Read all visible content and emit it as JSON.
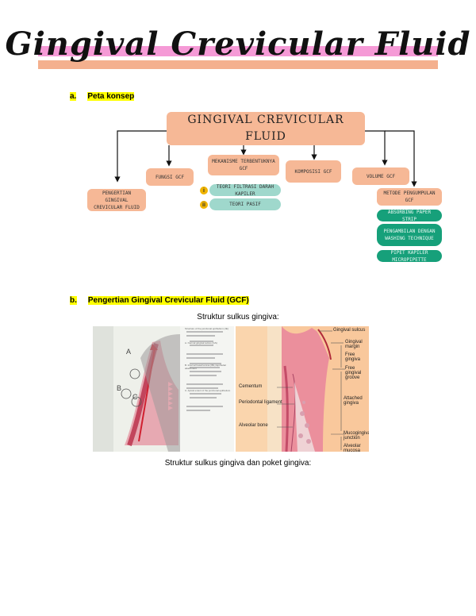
{
  "title": "Gingival Crevicular Fluid",
  "section_a": {
    "number": "a.",
    "label": "Peta konsep"
  },
  "section_b": {
    "number": "b.",
    "label": "Pengertian Gingival Crevicular Fluid (GCF)"
  },
  "concept_map": {
    "root": "Gingival Crevicular Fluid",
    "n_pengertian": "Pengertian Gingival Crevicular Fluid",
    "n_fungsi": "Fungsi GCF",
    "n_mekanisme": "Mekanisme Terbentuknya GCF",
    "n_komposisi": "Komposisi GCF",
    "n_volume": "Volume GCF",
    "n_metode": "Metode Pengumpulan GCF",
    "sub_1_marker": "i",
    "sub_1": "Teori Filtrasi Darah Kapiler",
    "sub_2_marker": "ii",
    "sub_2": "Teori Pasif",
    "teal_1": "Absorbing Paper Strip",
    "teal_2": "Pengambilan dengan Washing Technique",
    "teal_3": "Pipet Kapiler Micropipette"
  },
  "figure1": {
    "caption": "Struktur sulkus gingiva:",
    "left_labels": {
      "a": "A",
      "b": "B",
      "c": "C",
      "notes": [
        "Structure of the junctional epithelium (JE)",
        "A. Normal gingival sulcus (GS)",
        "B. Internal basal lamina (IBL) Epithelial attachment",
        "C. Apical extent of the junctional epithelium"
      ]
    },
    "right_labels": {
      "gingival_sulcus": "Gingival sulcus",
      "gingival_margin": "Gingival margin",
      "free_gingiva": "Free gingiva",
      "free_gingival_groove": "Free gingival groove",
      "cementum": "Cementum",
      "periodontal_ligament": "Periodontal ligament",
      "attached_gingiva": "Attached gingiva",
      "alveolar_bone": "Alveolar bone",
      "mucogingival_junction": "Mucogingival junction",
      "alveolar_mucosa": "Alveolar mucosa"
    }
  },
  "figure2": {
    "caption": "Struktur sulkus gingiva dan poket gingiva:"
  }
}
